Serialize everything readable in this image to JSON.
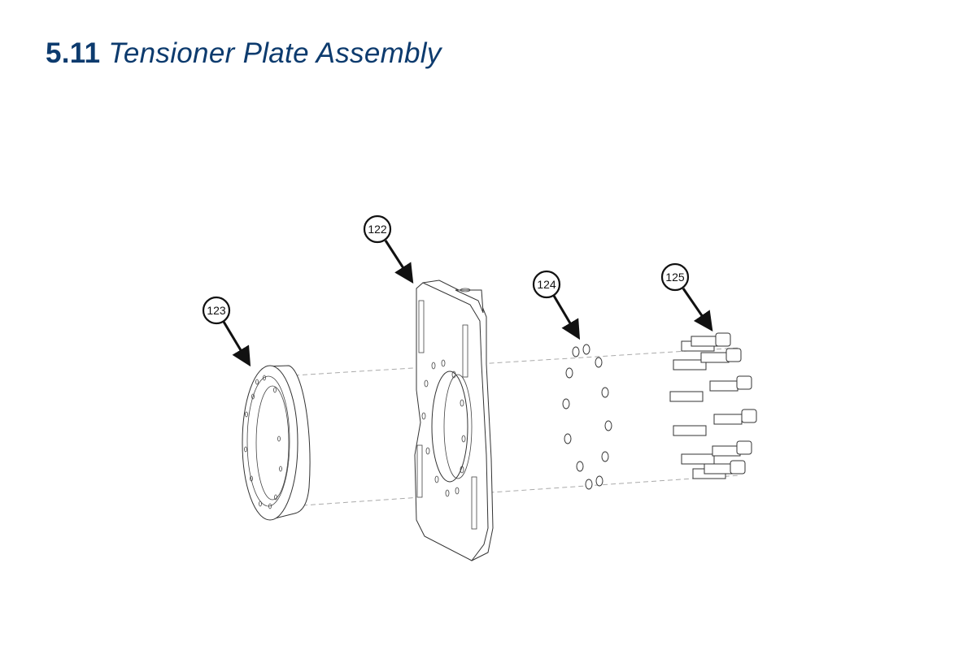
{
  "section": {
    "number": "5.11",
    "title": "Tensioner Plate Assembly",
    "title_color": "#0d3b6e"
  },
  "callouts": [
    {
      "id": "122",
      "part": "plate"
    },
    {
      "id": "123",
      "part": "ring"
    },
    {
      "id": "124",
      "part": "washers"
    },
    {
      "id": "125",
      "part": "bolts"
    }
  ]
}
